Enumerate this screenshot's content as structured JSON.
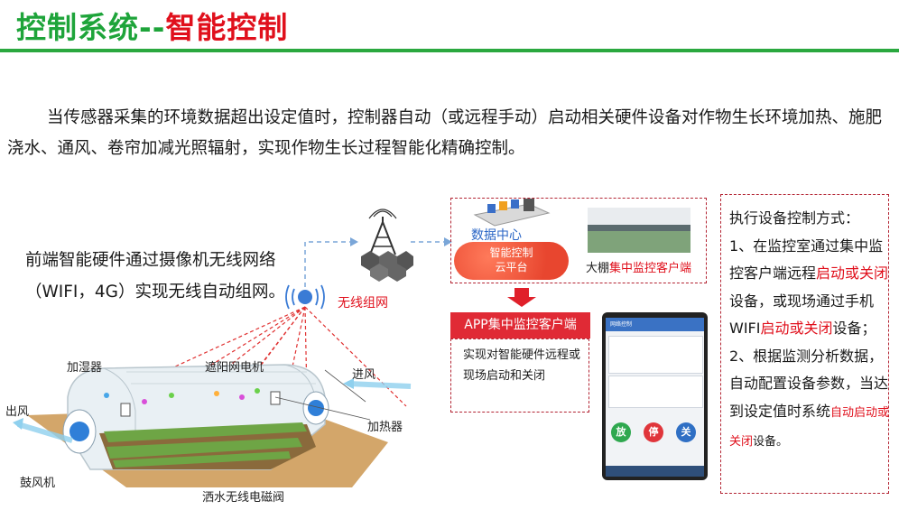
{
  "title": {
    "part1": "控制系统--",
    "part2": "智能控制"
  },
  "intro": "当传感器采集的环境数据超出设定值时，控制器自动（或远程手动）启动相关硬件设备对作物生长环境加热、施肥浇水、通风、卷帘加减光照辐射，实现作物生长过程智能化精确控制。",
  "left_desc": "前端智能硬件通过摄像机无线网络（WIFI，4G）实现无线自动组网。",
  "wireless_label": "无线组网",
  "greenhouse": {
    "humidifier": "加湿器",
    "shade_motor": "遮阳网电机",
    "air_in": "进风",
    "air_out": "出风",
    "heater": "加热器",
    "blower": "鼓风机",
    "valve": "洒水无线电磁阀"
  },
  "cloud": {
    "data_center": "数据中心",
    "platform_line1": "智能控制",
    "platform_line2": "云平台"
  },
  "client": {
    "prefix": "大棚",
    "highlight": "集中监控客户端"
  },
  "app": {
    "header": "APP集中监控客户端",
    "desc": "实现对智能硬件远程或现场启动和关闭"
  },
  "phone": {
    "title": "网络控制",
    "buttons": [
      "放",
      "停",
      "关"
    ],
    "button_colors": [
      "#2fa84f",
      "#e0353b",
      "#2f6fc4"
    ]
  },
  "right_panel": {
    "heading": "执行设备控制方式：",
    "item1_a": "1、在监控室通过集中监控客户端远程",
    "item1_red1": "启动或关闭",
    "item1_b": "设备，或现场通过手机WIFI",
    "item1_red2": "启动或关闭",
    "item1_c": "设备；",
    "item2_a": "2、根据监测分析数据，自动配置设备参数，当达到设定值时系统",
    "item2_red": "自动启动或关闭",
    "item2_b": "设备。"
  },
  "colors": {
    "green": "#1ea43a",
    "red": "#e0101c",
    "dash": "#b32433",
    "blue": "#2b66c6"
  }
}
